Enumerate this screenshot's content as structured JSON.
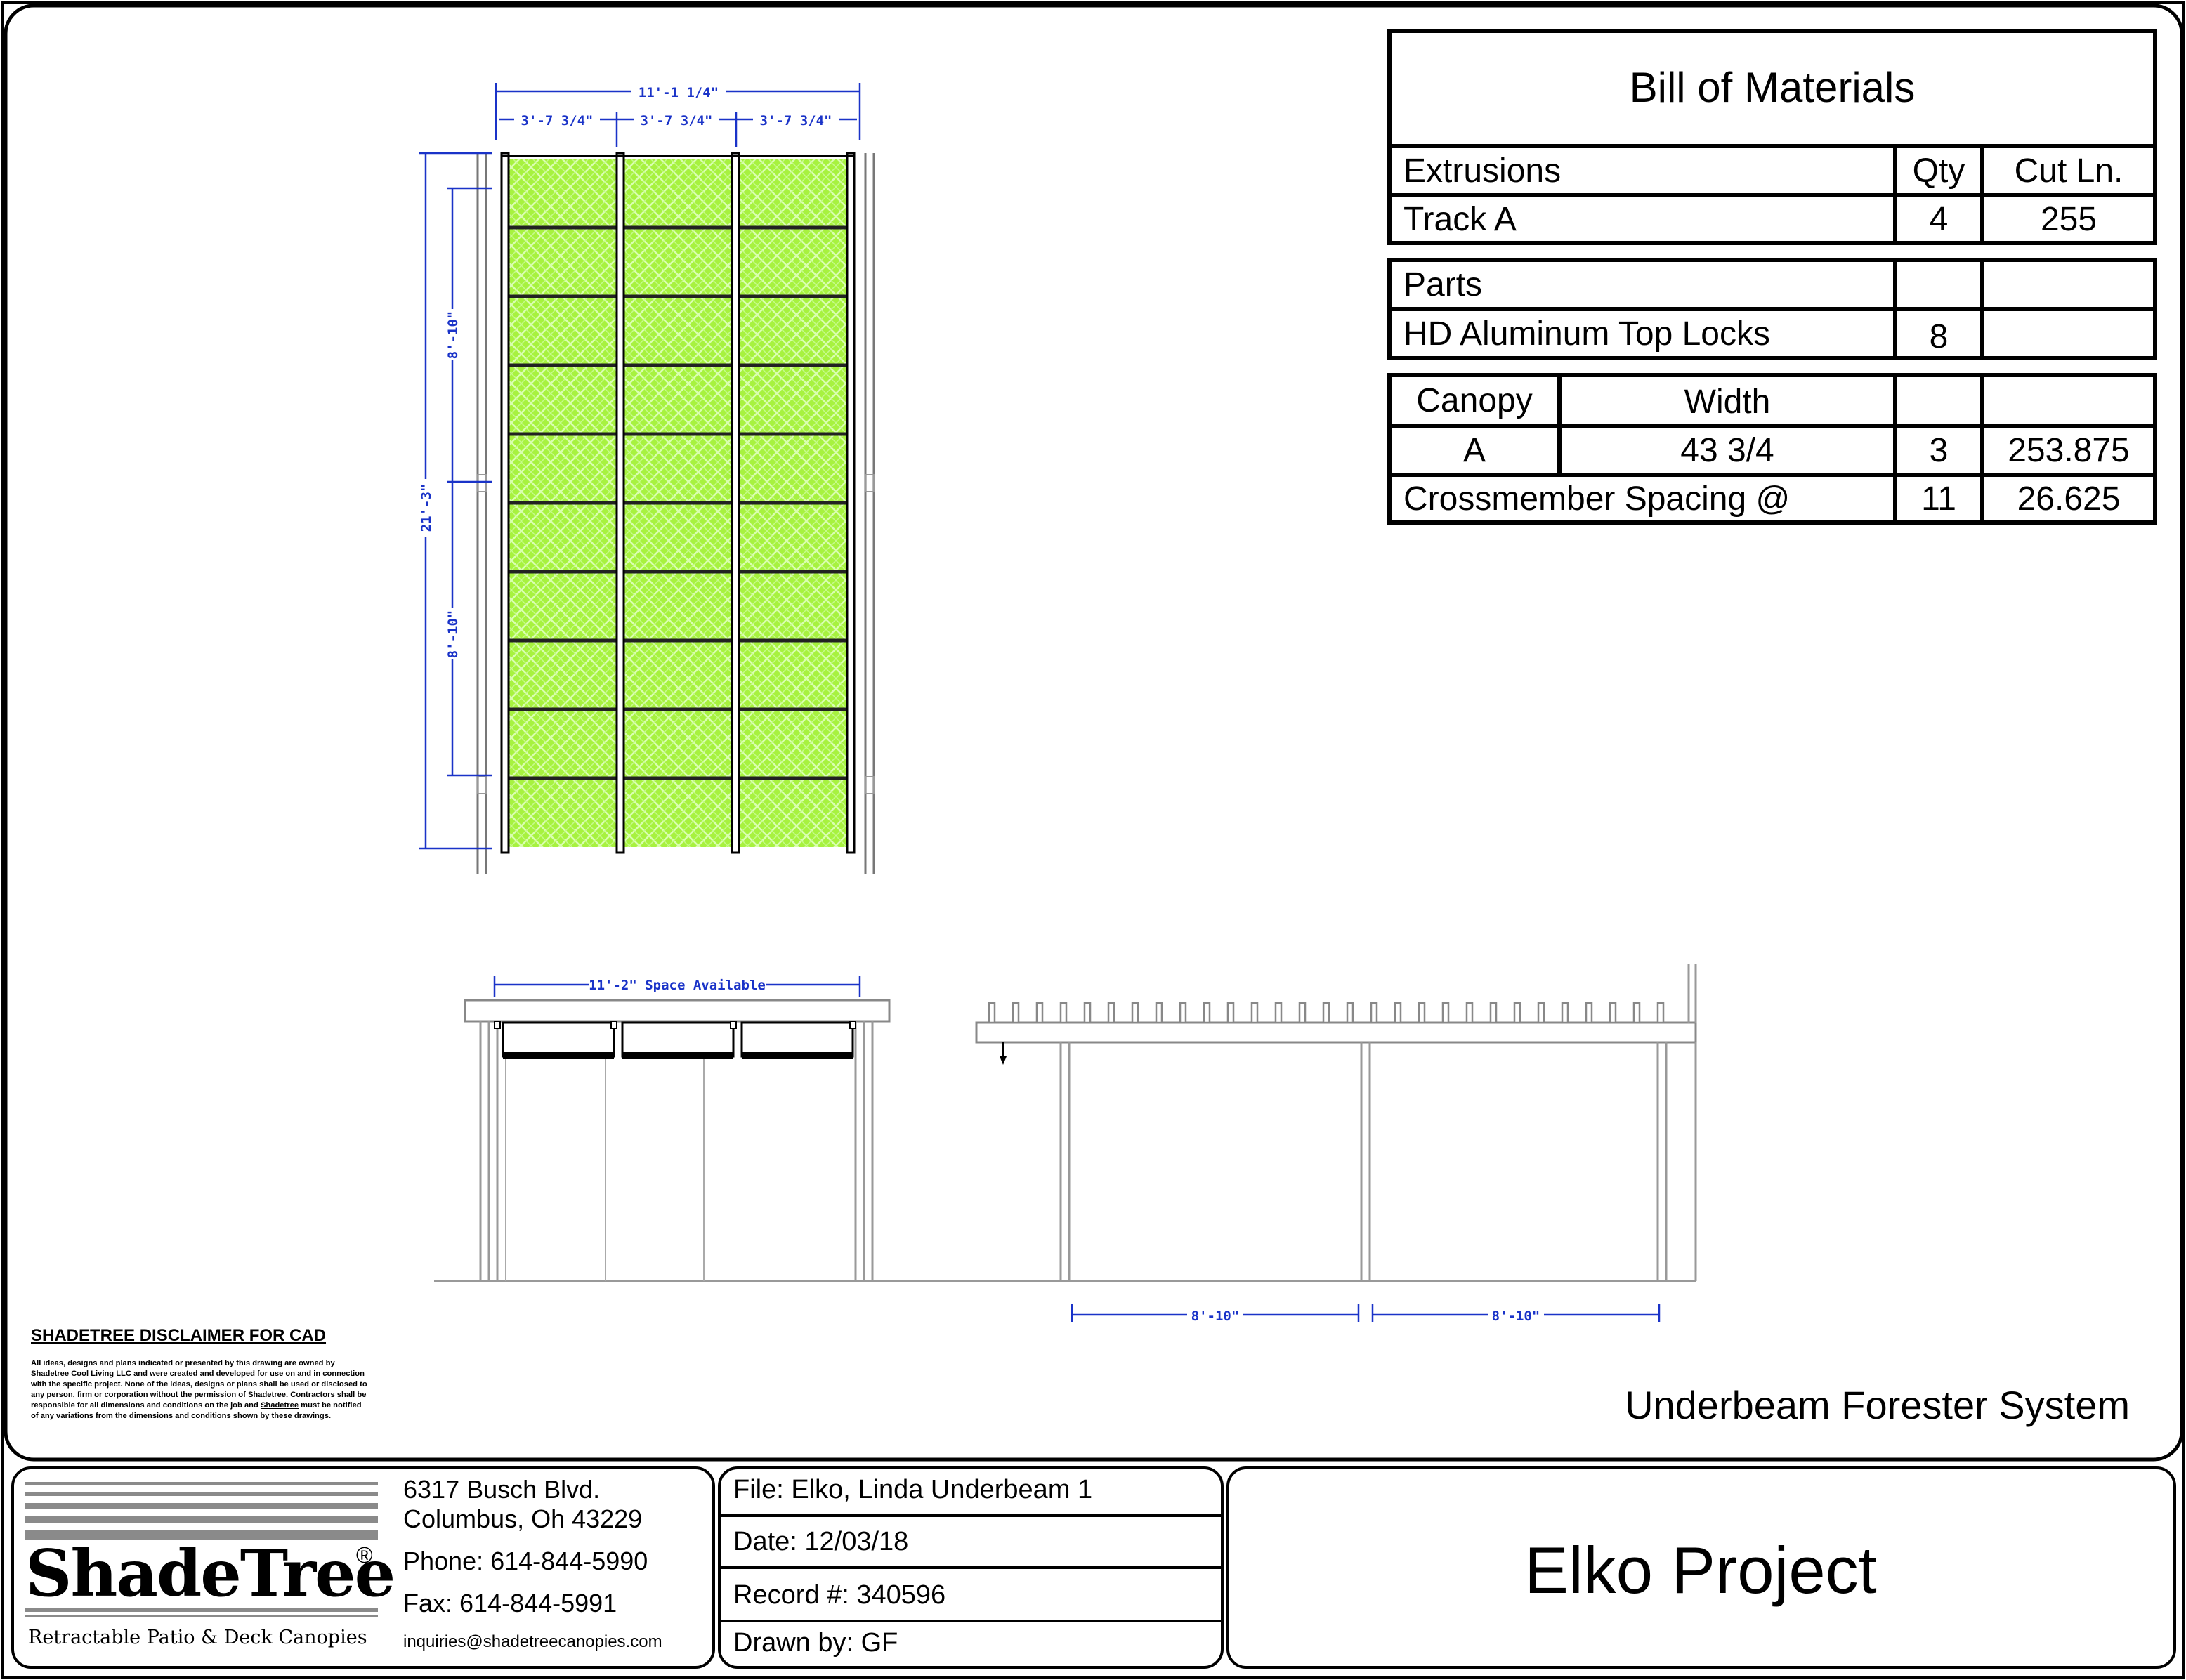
{
  "bill_of_materials": {
    "title": "Bill of Materials",
    "extrusions": {
      "header": "Extrusions",
      "qty_header": "Qty",
      "cut_header": "Cut Ln.",
      "row": {
        "name": "Track A",
        "qty": "4",
        "cut": "255"
      }
    },
    "parts": {
      "header": "Parts",
      "row": {
        "name": "HD Aluminum Top Locks",
        "qty": "8"
      }
    },
    "canopy": {
      "header": "Canopy",
      "width_header": "Width",
      "row": {
        "name": "A",
        "width": "43 3/4",
        "qty": "3",
        "cut": "253.875"
      },
      "spacing": {
        "label": "Crossmember Spacing @",
        "qty": "11",
        "value": "26.625"
      }
    }
  },
  "plan_view": {
    "overall_width": "11'-1 1/4\"",
    "bay_widths": [
      "3'-7 3/4\"",
      "3'-7 3/4\"",
      "3'-7 3/4\""
    ],
    "overall_length": "21'-3\"",
    "post_spacing": [
      "8'-10\"",
      "8'-10\""
    ],
    "bays": 3,
    "panels_per_bay": 10,
    "canopy_color": "#98ee3e"
  },
  "front_elevation": {
    "space_available": "11'-2\" Space Available"
  },
  "side_elevation": {
    "post_spacing": [
      "8'-10\"",
      "8'-10\""
    ]
  },
  "dimension_color": "#1a33c8",
  "system_label": "Underbeam Forester System",
  "disclaimer": {
    "title": "SHADETREE DISCLAIMER FOR CAD",
    "p1": "All ideas, designs and plans indicated or presented by this drawing are owned by",
    "p2": "Shadetree Cool Living LLC",
    "p3": " and were created and developed for use on and in connection with the specific project. None of the ideas, designs or plans shall be used or disclosed to any person, firm or corporation without the permission of ",
    "p4": "Shadetree",
    "p5": ". Contractors shall be responsible for all dimensions and conditions on the job and ",
    "p6": "Shadetree",
    "p7": " must be notified of any variations from the dimensions and conditions shown by these drawings."
  },
  "company": {
    "name": "ShadeTree",
    "registered": "®",
    "tagline": "Retractable Patio & Deck Canopies",
    "address1": "6317 Busch Blvd.",
    "address2": "Columbus, Oh 43229",
    "phone": "Phone: 614-844-5990",
    "fax": "Fax: 614-844-5991",
    "email": "inquiries@shadetreecanopies.com"
  },
  "drawing_info": {
    "file": "File:  Elko, Linda Underbeam 1",
    "date": "Date:  12/03/18",
    "record": "Record #:  340596",
    "drawn_by": "Drawn by:  GF"
  },
  "project_title": "Elko Project"
}
